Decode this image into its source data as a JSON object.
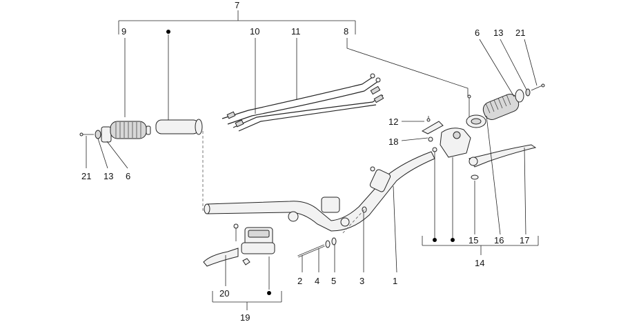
{
  "callouts": {
    "c1": "1",
    "c2": "2",
    "c3": "3",
    "c4": "4",
    "c5": "5",
    "c6_left": "6",
    "c6_right": "6",
    "c7": "7",
    "c8": "8",
    "c9": "9",
    "c10": "10",
    "c11": "11",
    "c12": "12",
    "c13_left": "13",
    "c13_right": "13",
    "c14": "14",
    "c15": "15",
    "c16": "16",
    "c17": "17",
    "c18": "18",
    "c19": "19",
    "c20": "20",
    "c21_left": "21",
    "c21_right": "21"
  }
}
